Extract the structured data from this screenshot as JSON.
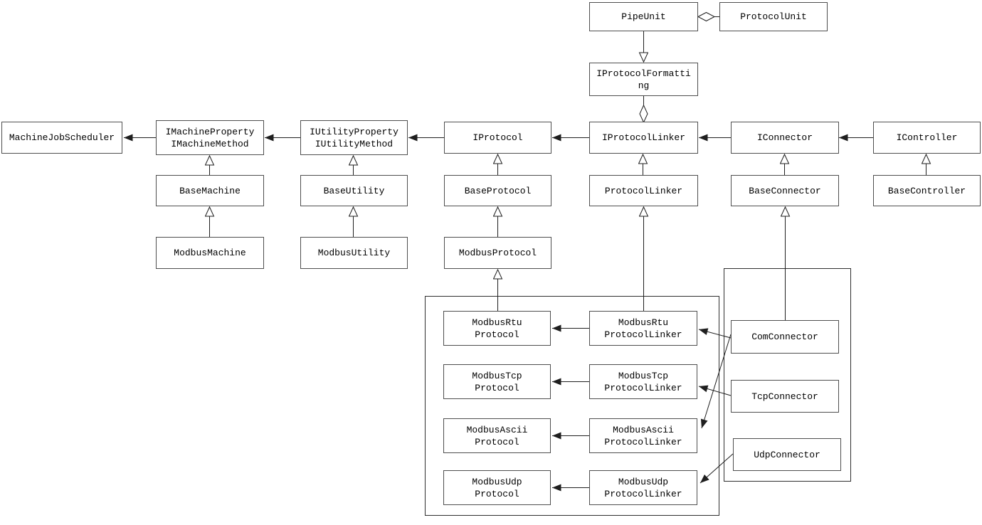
{
  "diagram": {
    "colors": {
      "background": "#ffffff",
      "line": "#1f1f1f",
      "node_border": "#4e4e4e",
      "group_border": "#2e2e2e",
      "text": "#000000"
    },
    "nodes": {
      "pipe_unit": {
        "label": "PipeUnit"
      },
      "protocol_unit": {
        "label": "ProtocolUnit"
      },
      "iprotocol_formatting": {
        "label": "IProtocolFormatti\nng"
      },
      "machine_job_scheduler": {
        "label": "MachineJobScheduler"
      },
      "imachine": {
        "label": "IMachineProperty\nIMachineMethod"
      },
      "iutility": {
        "label": "IUtilityProperty\nIUtilityMethod"
      },
      "iprotocol": {
        "label": "IProtocol"
      },
      "iprotocol_linker": {
        "label": "IProtocolLinker"
      },
      "iconnector": {
        "label": "IConnector"
      },
      "icontroller": {
        "label": "IController"
      },
      "base_machine": {
        "label": "BaseMachine"
      },
      "base_utility": {
        "label": "BaseUtility"
      },
      "base_protocol": {
        "label": "BaseProtocol"
      },
      "protocol_linker": {
        "label": "ProtocolLinker"
      },
      "base_connector": {
        "label": "BaseConnector"
      },
      "base_controller": {
        "label": "BaseController"
      },
      "modbus_machine": {
        "label": "ModbusMachine"
      },
      "modbus_utility": {
        "label": "ModbusUtility"
      },
      "modbus_protocol": {
        "label": "ModbusProtocol"
      },
      "modbus_rtu_protocol": {
        "label": "ModbusRtu\nProtocol"
      },
      "modbus_rtu_protocol_linker": {
        "label": "ModbusRtu\nProtocolLinker"
      },
      "modbus_tcp_protocol": {
        "label": "ModbusTcp\nProtocol"
      },
      "modbus_tcp_protocol_linker": {
        "label": "ModbusTcp\nProtocolLinker"
      },
      "modbus_ascii_protocol": {
        "label": "ModbusAscii\nProtocol"
      },
      "modbus_ascii_protocol_linker": {
        "label": "ModbusAscii\nProtocolLinker"
      },
      "modbus_udp_protocol": {
        "label": "ModbusUdp\nProtocol"
      },
      "modbus_udp_protocol_linker": {
        "label": "ModbusUdp\nProtocolLinker"
      },
      "com_connector": {
        "label": "ComConnector"
      },
      "tcp_connector": {
        "label": "TcpConnector"
      },
      "udp_connector": {
        "label": "UdpConnector"
      }
    },
    "relationships": [
      {
        "from": "imachine",
        "to": "machine_job_scheduler",
        "type": "association-arrow"
      },
      {
        "from": "iutility",
        "to": "imachine",
        "type": "association-arrow"
      },
      {
        "from": "iprotocol",
        "to": "iutility",
        "type": "association-arrow"
      },
      {
        "from": "iprotocol_linker",
        "to": "iprotocol",
        "type": "association-arrow"
      },
      {
        "from": "iconnector",
        "to": "iprotocol_linker",
        "type": "association-arrow"
      },
      {
        "from": "icontroller",
        "to": "iconnector",
        "type": "association-arrow"
      },
      {
        "from": "modbus_rtu_protocol_linker",
        "to": "modbus_rtu_protocol",
        "type": "association-arrow"
      },
      {
        "from": "modbus_tcp_protocol_linker",
        "to": "modbus_tcp_protocol",
        "type": "association-arrow"
      },
      {
        "from": "modbus_ascii_protocol_linker",
        "to": "modbus_ascii_protocol",
        "type": "association-arrow"
      },
      {
        "from": "modbus_udp_protocol_linker",
        "to": "modbus_udp_protocol",
        "type": "association-arrow"
      },
      {
        "from": "com_connector",
        "to": "modbus_rtu_protocol_linker",
        "type": "association-arrow"
      },
      {
        "from": "com_connector",
        "to": "modbus_ascii_protocol_linker",
        "type": "association-arrow"
      },
      {
        "from": "tcp_connector",
        "to": "modbus_tcp_protocol_linker",
        "type": "association-arrow"
      },
      {
        "from": "udp_connector",
        "to": "modbus_udp_protocol_linker",
        "type": "association-arrow"
      },
      {
        "from": "base_machine",
        "to": "imachine",
        "type": "generalization"
      },
      {
        "from": "modbus_machine",
        "to": "base_machine",
        "type": "generalization"
      },
      {
        "from": "base_utility",
        "to": "iutility",
        "type": "generalization"
      },
      {
        "from": "modbus_utility",
        "to": "base_utility",
        "type": "generalization"
      },
      {
        "from": "base_protocol",
        "to": "iprotocol",
        "type": "generalization"
      },
      {
        "from": "modbus_protocol",
        "to": "base_protocol",
        "type": "generalization"
      },
      {
        "from": "modbus_rtu_protocol",
        "to": "modbus_protocol",
        "type": "generalization"
      },
      {
        "from": "protocol_linker",
        "to": "iprotocol_linker",
        "type": "generalization"
      },
      {
        "from": "modbus_rtu_protocol_linker",
        "to": "protocol_linker",
        "type": "generalization"
      },
      {
        "from": "base_connector",
        "to": "iconnector",
        "type": "generalization"
      },
      {
        "from": "com_connector",
        "to": "base_connector",
        "type": "generalization"
      },
      {
        "from": "base_controller",
        "to": "icontroller",
        "type": "generalization"
      },
      {
        "from": "pipe_unit",
        "to": "iprotocol_formatting",
        "type": "generalization"
      },
      {
        "from": "pipe_unit",
        "to": "protocol_unit",
        "type": "aggregation"
      },
      {
        "from": "iprotocol_linker",
        "to": "iprotocol_formatting",
        "type": "aggregation"
      }
    ]
  }
}
